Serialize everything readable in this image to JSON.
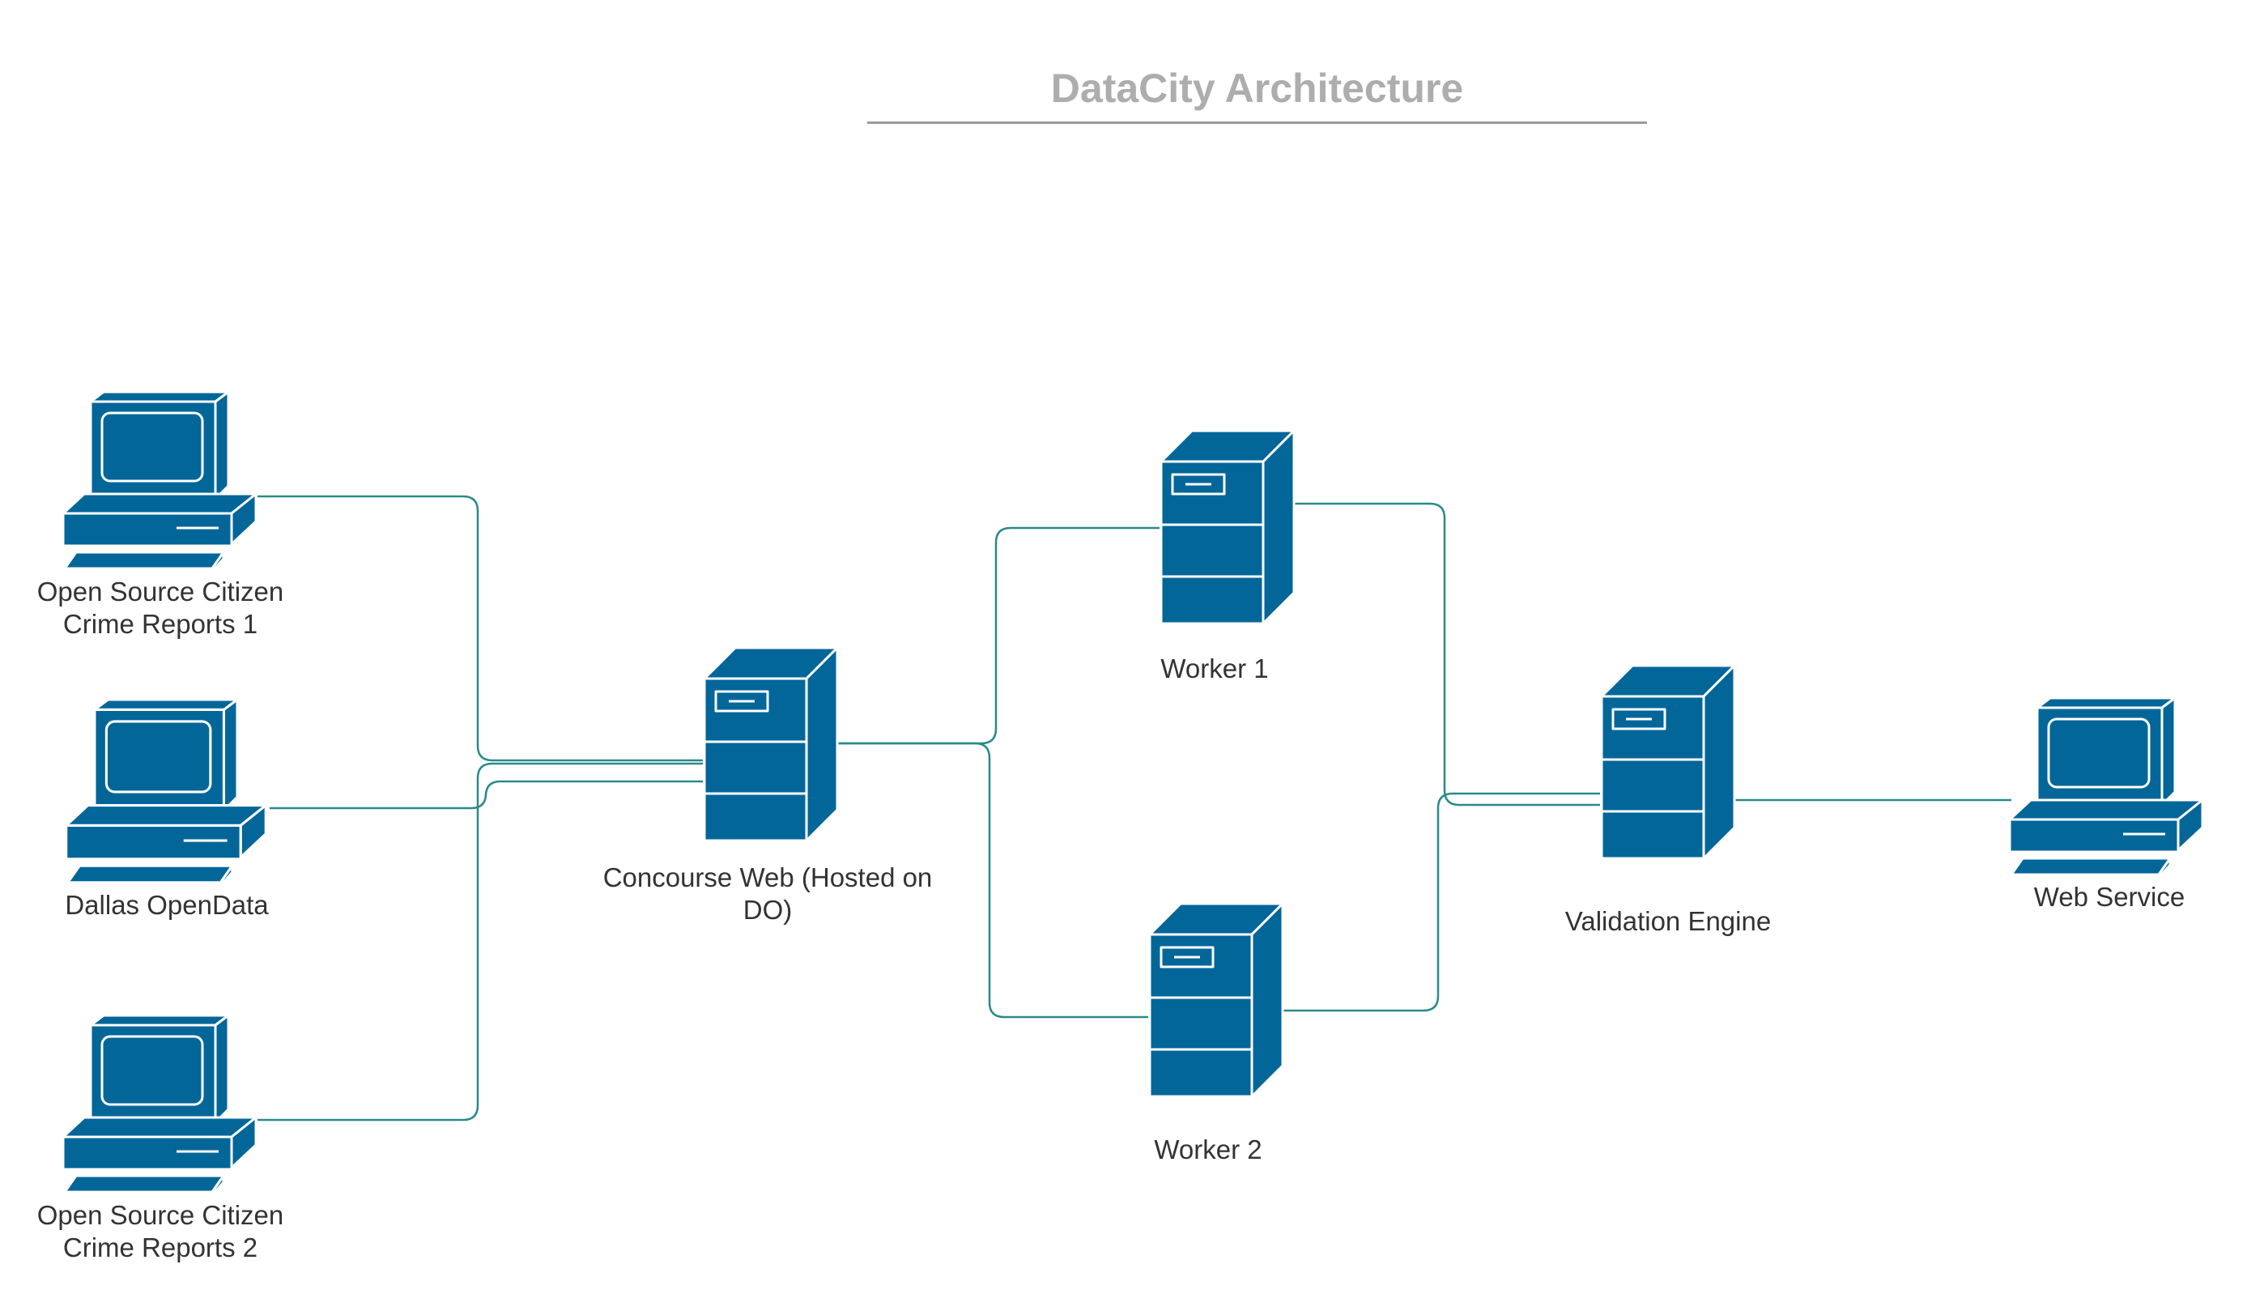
{
  "diagram": {
    "title": "DataCity Architecture",
    "colors": {
      "device_fill": "#036699",
      "device_outline": "#ffffff",
      "connector": "#2a8a8a",
      "title_text": "#adadad",
      "label_text": "#333333"
    },
    "nodes": {
      "crime_reports_1": {
        "label": "Open Source Citizen Crime Reports 1",
        "icon": "desktop-computer-icon"
      },
      "dallas_opendata": {
        "label": "Dallas OpenData",
        "icon": "desktop-computer-icon"
      },
      "crime_reports_2": {
        "label": "Open Source Citizen Crime Reports 2",
        "icon": "desktop-computer-icon"
      },
      "concourse_web": {
        "label": "Concourse Web (Hosted on DO)",
        "icon": "tower-server-icon"
      },
      "worker_1": {
        "label": "Worker 1",
        "icon": "tower-server-icon"
      },
      "worker_2": {
        "label": "Worker 2",
        "icon": "tower-server-icon"
      },
      "validation_engine": {
        "label": "Validation Engine",
        "icon": "tower-server-icon"
      },
      "web_service": {
        "label": "Web Service",
        "icon": "desktop-computer-icon"
      }
    },
    "connections": [
      {
        "from": "crime_reports_1",
        "to": "concourse_web"
      },
      {
        "from": "dallas_opendata",
        "to": "concourse_web"
      },
      {
        "from": "crime_reports_2",
        "to": "concourse_web"
      },
      {
        "from": "concourse_web",
        "to": "worker_1"
      },
      {
        "from": "concourse_web",
        "to": "worker_2"
      },
      {
        "from": "worker_1",
        "to": "validation_engine"
      },
      {
        "from": "worker_2",
        "to": "validation_engine"
      },
      {
        "from": "validation_engine",
        "to": "web_service"
      }
    ]
  }
}
